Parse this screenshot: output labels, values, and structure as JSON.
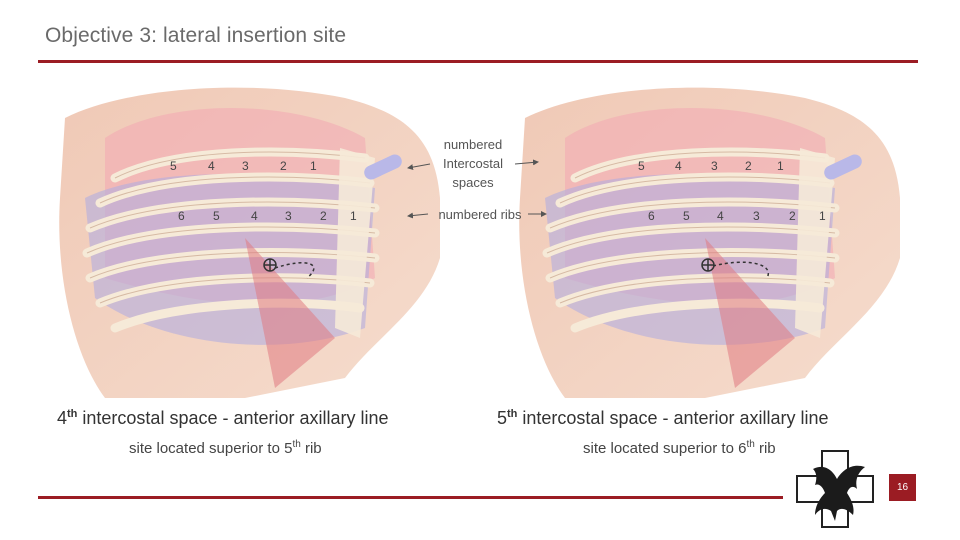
{
  "header": {
    "title": "Objective 3: lateral insertion site"
  },
  "callouts": {
    "intercostal_line1": "numbered",
    "intercostal_line2": "Intercostal",
    "intercostal_line3": "spaces",
    "ribs": "numbered ribs"
  },
  "panels": [
    {
      "space_labels": [
        "5",
        "4",
        "3",
        "2",
        "1"
      ],
      "rib_labels": [
        "6",
        "5",
        "4",
        "3",
        "2",
        "1"
      ],
      "caption_num": "4",
      "caption_sup": "th",
      "caption_text": " intercostal space - anterior axillary line",
      "sub_text": "site located superior to 5",
      "sub_sup": "th",
      "sub_tail": " rib"
    },
    {
      "space_labels": [
        "5",
        "4",
        "3",
        "2",
        "1"
      ],
      "rib_labels": [
        "6",
        "5",
        "4",
        "3",
        "2",
        "1"
      ],
      "caption_num": "5",
      "caption_sup": "th",
      "caption_text": " intercostal space - anterior axillary line",
      "sub_text": "site located superior to 6",
      "sub_sup": "th",
      "sub_tail": " rib"
    }
  ],
  "footer": {
    "page_number": "16"
  },
  "colors": {
    "accent": "#9b1c23",
    "skin": "#f3d9c8",
    "rib": "#f6ead8",
    "muscle": "#e07a82",
    "lung": "#a9a6dd"
  }
}
